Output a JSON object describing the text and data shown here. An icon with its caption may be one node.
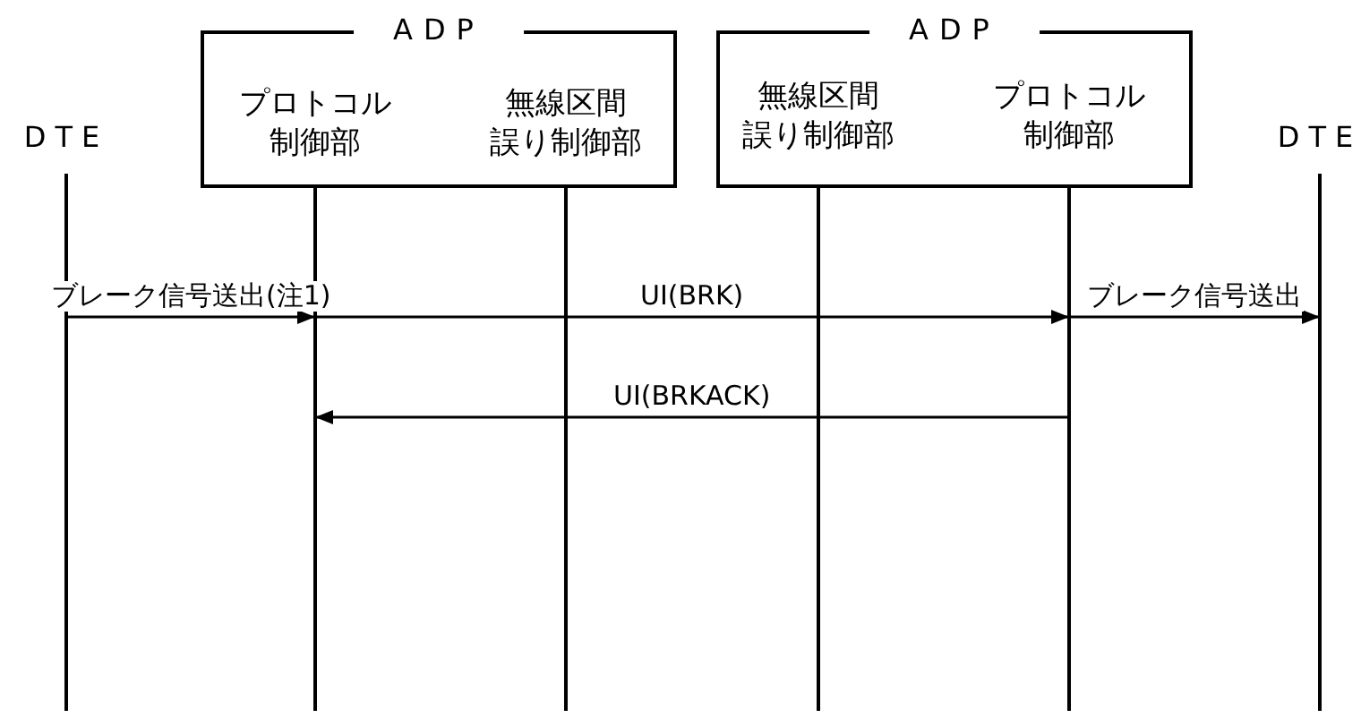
{
  "diagram": {
    "nodes": [
      {
        "text": [
          "DTE"
        ]
      },
      {
        "text": [
          "ADP"
        ]
      },
      {
        "text": [
          "プロトコル制御部"
        ],
        "in": 1
      },
      {
        "text": [
          "無線区間誤り制御部"
        ],
        "in": 1
      },
      {
        "text": [
          "ADP"
        ]
      },
      {
        "text": [
          "無線区間誤り制御部"
        ],
        "in": 4
      },
      {
        "text": [
          "プロトコル制御部"
        ],
        "in": 4
      },
      {
        "text": [
          "DTE"
        ]
      },
      {
        "text": [],
        "shape": "line"
      },
      {
        "text": [],
        "shape": "line"
      },
      {
        "text": [],
        "shape": "line"
      },
      {
        "text": [],
        "shape": "line"
      }
    ],
    "edges": [
      {
        "from": 8,
        "to": 9,
        "arrow": "to",
        "label": "ブレーク信号送出(注1)"
      },
      {
        "from": 9,
        "to": 10,
        "arrow": "to",
        "label": "UI(BRK)"
      },
      {
        "from": 10,
        "to": 11,
        "arrow": "to",
        "label": "ブレーク信号送出"
      },
      {
        "from": 10,
        "to": 9,
        "arrow": "to",
        "label": "UI(BRKACK)"
      }
    ]
  }
}
